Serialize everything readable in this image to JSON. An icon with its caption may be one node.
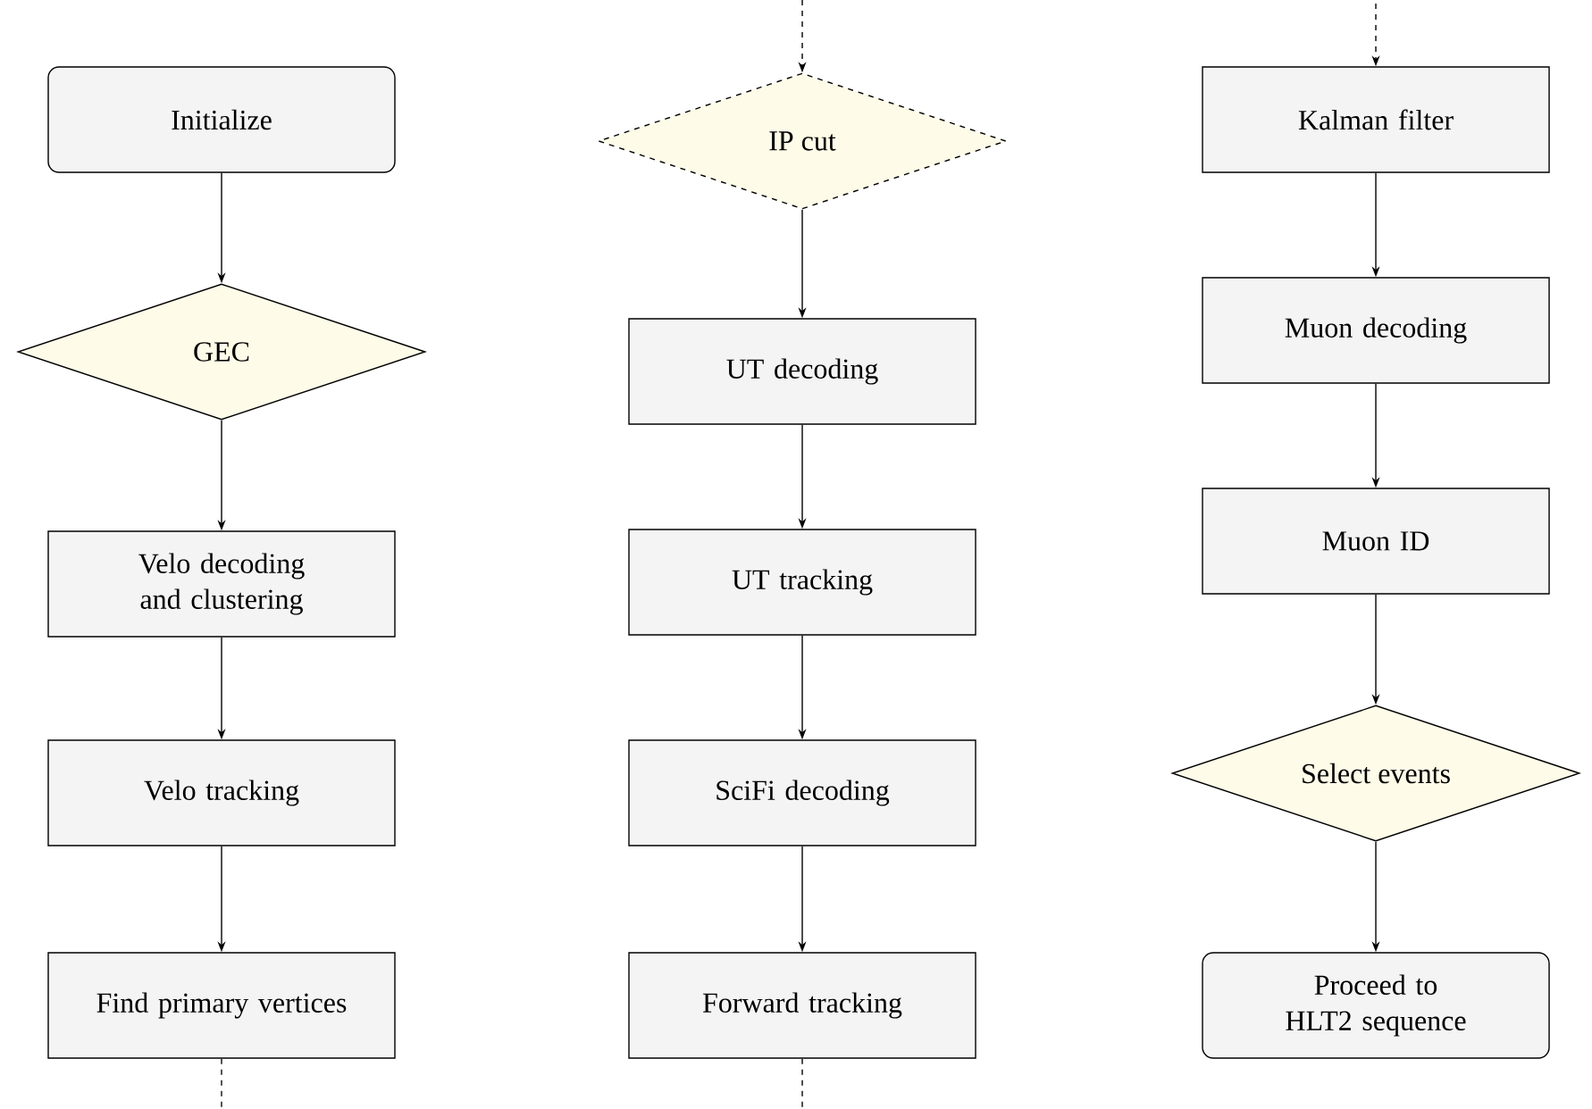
{
  "diagram": {
    "nodes": [
      {
        "text": [
          "Initialize"
        ]
      },
      {
        "text": [
          "GEC"
        ]
      },
      {
        "text": [
          "Velo decoding and clustering"
        ]
      },
      {
        "text": [
          "Velo tracking"
        ]
      },
      {
        "text": [
          "Find primary vertices"
        ]
      },
      {
        "text": [
          "IP cut"
        ]
      },
      {
        "text": [
          "UT decoding"
        ]
      },
      {
        "text": [
          "UT tracking"
        ]
      },
      {
        "text": [
          "SciFi decoding"
        ]
      },
      {
        "text": [
          "Forward tracking"
        ]
      },
      {
        "text": [
          "Kalman filter"
        ]
      },
      {
        "text": [
          "Muon decoding"
        ]
      },
      {
        "text": [
          "Muon ID"
        ]
      },
      {
        "text": [
          "Select events"
        ]
      },
      {
        "text": [
          "Proceed to HLT2 sequence"
        ]
      }
    ],
    "edges": [
      {
        "from": 0,
        "to": 1,
        "arrow": "to"
      },
      {
        "from": 1,
        "to": 2,
        "arrow": "to"
      },
      {
        "from": 2,
        "to": 3,
        "arrow": "to"
      },
      {
        "from": 3,
        "to": 4,
        "arrow": "to"
      },
      {
        "from": 4,
        "to": null,
        "arrow": "none",
        "style": "dashed"
      },
      {
        "from": null,
        "to": 5,
        "arrow": "to",
        "style": "dashed"
      },
      {
        "from": 5,
        "to": 6,
        "arrow": "to"
      },
      {
        "from": 6,
        "to": 7,
        "arrow": "to"
      },
      {
        "from": 7,
        "to": 8,
        "arrow": "to"
      },
      {
        "from": 8,
        "to": 9,
        "arrow": "to"
      },
      {
        "from": 9,
        "to": null,
        "arrow": "none",
        "style": "dashed"
      },
      {
        "from": null,
        "to": 10,
        "arrow": "to",
        "style": "dashed"
      },
      {
        "from": 10,
        "to": 11,
        "arrow": "to"
      },
      {
        "from": 11,
        "to": 12,
        "arrow": "to"
      },
      {
        "from": 12,
        "to": 13,
        "arrow": "to"
      },
      {
        "from": 13,
        "to": 14,
        "arrow": "to"
      }
    ]
  }
}
